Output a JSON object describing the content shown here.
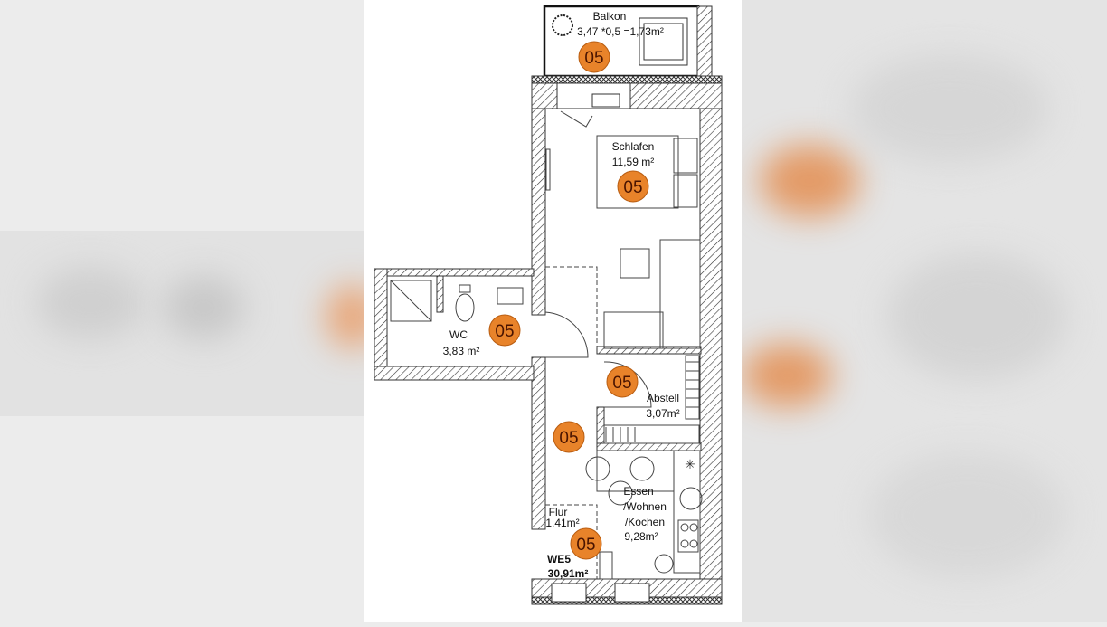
{
  "unit_id": "WE5",
  "unit_area": "30,91m²",
  "badge_label": "05",
  "colors": {
    "badge_fill": "#e8832a",
    "badge_text": "#4a1400",
    "wall_hatch": "#333333",
    "blur_background": "#e6e6e6"
  },
  "rooms": {
    "balkon": {
      "name": "Balkon",
      "area": "3,47 *0,5 =1,73m²"
    },
    "schlafen": {
      "name": "Schlafen",
      "area": "11,59 m²"
    },
    "wc": {
      "name": "WC",
      "area": "3,83 m²"
    },
    "abstell": {
      "name": "Abstell",
      "area": "3,07m²"
    },
    "essen": {
      "name_line1": "Essen",
      "name_line2": "/Wohnen",
      "name_line3": "/Kochen",
      "area": "9,28m²"
    },
    "flur": {
      "name": "Flur",
      "area": "1,41m²"
    }
  }
}
